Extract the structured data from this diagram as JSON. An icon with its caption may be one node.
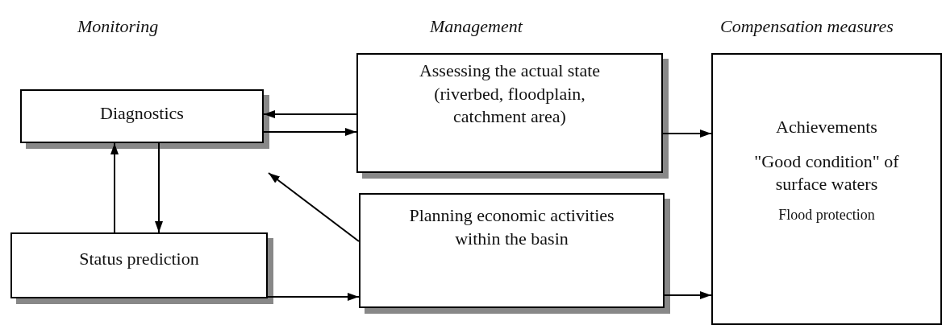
{
  "diagram": {
    "nodes": [
      {
        "text": [
          "Diagnostics"
        ]
      },
      {
        "text": [
          "Status prediction"
        ]
      },
      {
        "text": [
          "Assessing the actual state (riverbed, floodplain, catchment area)"
        ]
      },
      {
        "text": [
          "Planning economic activities within the basin"
        ]
      },
      {
        "text": [
          "Achievements",
          "\"Good condition\" of surface waters",
          "Flood protection"
        ]
      }
    ],
    "edges": [
      {
        "from": 2,
        "to": 0,
        "arrow": "to"
      },
      {
        "from": 0,
        "to": 2,
        "arrow": "to"
      },
      {
        "from": 1,
        "to": 0,
        "arrow": "to"
      },
      {
        "from": 0,
        "to": 1,
        "arrow": "to"
      },
      {
        "from": 3,
        "to": null,
        "arrow": "to"
      },
      {
        "from": 2,
        "to": 4,
        "arrow": "to"
      },
      {
        "from": 1,
        "to": 3,
        "arrow": "to"
      },
      {
        "from": 3,
        "to": 4,
        "arrow": "to"
      }
    ],
    "labels": [
      "Monitoring",
      "Management",
      "Compensation measures"
    ]
  }
}
